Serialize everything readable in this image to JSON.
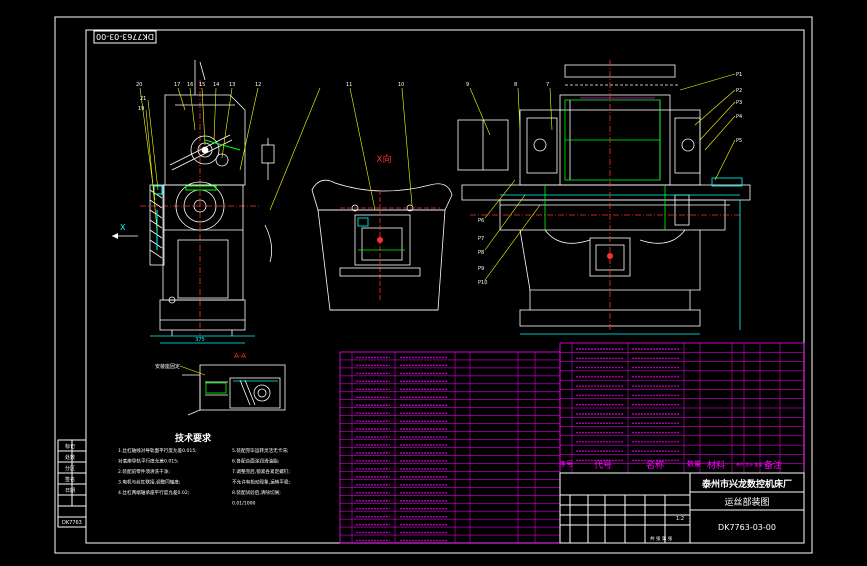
{
  "drawing_number_rotated": "DK7763-03-00",
  "section_label": "A-A",
  "view_label": "X向",
  "view_arrow_label": "X",
  "inset_callout": "安装座固定",
  "leader_numbers_left": [
    "20",
    "21",
    "19",
    "17",
    "16",
    "15",
    "14",
    "13",
    "12"
  ],
  "leader_numbers_right": [
    "P1",
    "P2",
    "P3",
    "P4",
    "P5"
  ],
  "leader_numbers_right_low": [
    "P6",
    "P7",
    "P8",
    "P9",
    "P10"
  ],
  "tech_req": {
    "title": "技术要求",
    "lines": [
      "1.丝杠轴线对导轨面平行度允差0.015;",
      "  对底座导轨平行度允差0.015;",
      "2.装配前零件须清洗干净;",
      "3.电机与丝杠联接,调整同轴度;",
      "4.丝杠两端轴承座平行度允差0.02;",
      "5.装配完毕运转灵活无卡滞;",
      "6.各配合面涂润滑油脂;",
      "7.调整完后,锁紧各紧定螺钉;",
      "  不允许有松动现象,运转平稳;",
      "8.装配试验后,清除切屑;",
      "  0.01/1000"
    ]
  },
  "bom_header": {
    "index": "序号",
    "code": "代号",
    "name": "名称",
    "qty": "数量",
    "material": "材料",
    "weight": "单件 总计 重量",
    "remark": "备注"
  },
  "title_block": {
    "company": "泰州市兴龙数控机床厂",
    "drawing_name": "运丝部装图",
    "drawing_number": "DK7763-03-00",
    "scale": "1:2",
    "sheet": "共 张 第 张"
  },
  "left_strip": [
    "标记",
    "处数",
    "分区",
    "签名",
    "日期"
  ],
  "left_strip_stamp": "DK7763",
  "colors": {
    "background": "#000000",
    "frame": "#ffffff",
    "geometry": "#ffffff",
    "table_lines": "#ff00ff",
    "table_text": "#ff00ff",
    "centerline": "#ff3030",
    "leader": "#ffff00",
    "dimension": "#00ffff",
    "green": "#00ff00",
    "title_text": "#ffffff"
  }
}
